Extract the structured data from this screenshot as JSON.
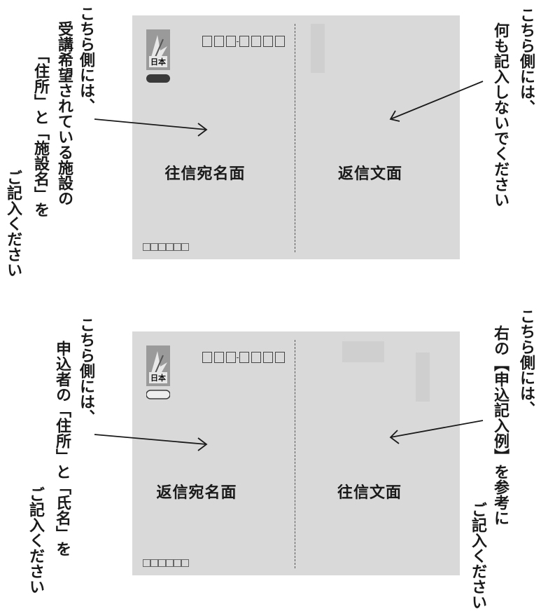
{
  "top": {
    "left_note": [
      "こちら側には、",
      "受講希望されている施設の",
      "「住所」と「施設名」を",
      "ご記入ください"
    ],
    "right_note": [
      "こちら側には、",
      "何も記入しないでください"
    ],
    "card_left_label": "往信宛名面",
    "card_right_label": "返信文面"
  },
  "bottom": {
    "left_note": [
      "こちら側には、",
      "申込者の「住所」と「氏名」を",
      "ご記入ください"
    ],
    "right_note": [
      "こちら側には、",
      "右の【申込記入例】を参考に",
      "ご記入ください"
    ],
    "card_left_label": "返信宛名面",
    "card_right_label": "往信文面"
  },
  "stamp_text": "日本"
}
